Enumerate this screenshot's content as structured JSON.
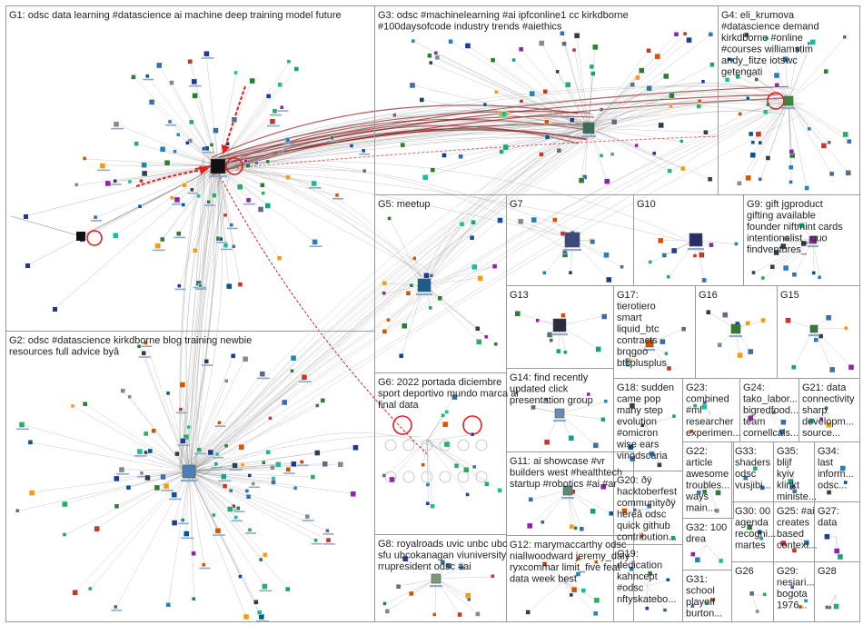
{
  "chart_data": {
    "type": "network",
    "groups": [
      {
        "id": "G1",
        "label": "G1: odsc data learning #datascience ai machine deep training model future"
      },
      {
        "id": "G2",
        "label": "G2: odsc #datascience kirkdborne blog training newbie resources full advice byâ"
      },
      {
        "id": "G3",
        "label": "G3: odsc #machinelearning #ai ipfconline1 cc kirkdborne #100daysofcode industry trends #aiethics"
      },
      {
        "id": "G4",
        "label": "G4: eli_krumova #datascience demand kirkdborne #online #courses williamstim andy_fitze iotswc getengati"
      },
      {
        "id": "G5",
        "label": "G5: meetup"
      },
      {
        "id": "G6",
        "label": "G6: 2022 portada diciembre sport deportivo mundo marca ai final data"
      },
      {
        "id": "G7",
        "label": "G7"
      },
      {
        "id": "G8",
        "label": "G8: royalroads uvic unbc ubc sfu ubcokanagan viuniversity rrupresident odsc #ai"
      },
      {
        "id": "G9",
        "label": "G9: gift jgproduct gifting available founder niftmint cards intentionalist_ quo findventures_"
      },
      {
        "id": "G10",
        "label": "G10"
      },
      {
        "id": "G11",
        "label": "G11: ai showcase #vr builders west #healthtech startup #robotics #ai #ar"
      },
      {
        "id": "G12",
        "label": "G12: marymaccarthy odsc niallwoodward jeremy_daly ryxcommar limit_five feat data week best"
      },
      {
        "id": "G13",
        "label": "G13"
      },
      {
        "id": "G14",
        "label": "G14: find recently updated click presentation group"
      },
      {
        "id": "G15",
        "label": "G15"
      },
      {
        "id": "G16",
        "label": "G16"
      },
      {
        "id": "G17",
        "label": "G17: tierotiero smart liquid_btc contracts brqgoo btcplusplus"
      },
      {
        "id": "G18",
        "label": "G18: sudden came pop many step evolution #omicron wise ears vinodscaria"
      },
      {
        "id": "G19",
        "label": "G19: dedication kahncept #odsc nftyskatebo..."
      },
      {
        "id": "G20",
        "label": "G20: ðÿ hacktoberfest communityðÿ hereâ odsc quick github contribution..."
      },
      {
        "id": "G21",
        "label": "G21: data connectivity sharp developm... source..."
      },
      {
        "id": "G22",
        "label": "G22: article awesome troubles... ways main..."
      },
      {
        "id": "G23",
        "label": "G23: combined #ml researcher experimen..."
      },
      {
        "id": "G24",
        "label": "G24: tako_labor... bigredfood... team cornellcals..."
      },
      {
        "id": "G25",
        "label": "G25: #ai creates based context..."
      },
      {
        "id": "G26",
        "label": "G26"
      },
      {
        "id": "G27",
        "label": "G27: data"
      },
      {
        "id": "G28",
        "label": "G28"
      },
      {
        "id": "G29",
        "label": "G29: nesiari... bogota 1976..."
      },
      {
        "id": "G30",
        "label": "G30: 00 agenda recogni... martes"
      },
      {
        "id": "G31",
        "label": "G31: school playoff burton..."
      },
      {
        "id": "G32",
        "label": "G32: 100 drea"
      },
      {
        "id": "G33",
        "label": "G33: shaders odsc vusjibi..."
      },
      {
        "id": "G34",
        "label": "G34: last inform... odsc..."
      },
      {
        "id": "G35",
        "label": "G35: blijf kyiv klinkt ministe..."
      }
    ]
  },
  "colors": {
    "border": "#9a9a9a",
    "edge": "#8c8c8c",
    "edge_strong": "#8b1a1a",
    "self_loop": "#e02020",
    "accent_red": "#d42020"
  }
}
